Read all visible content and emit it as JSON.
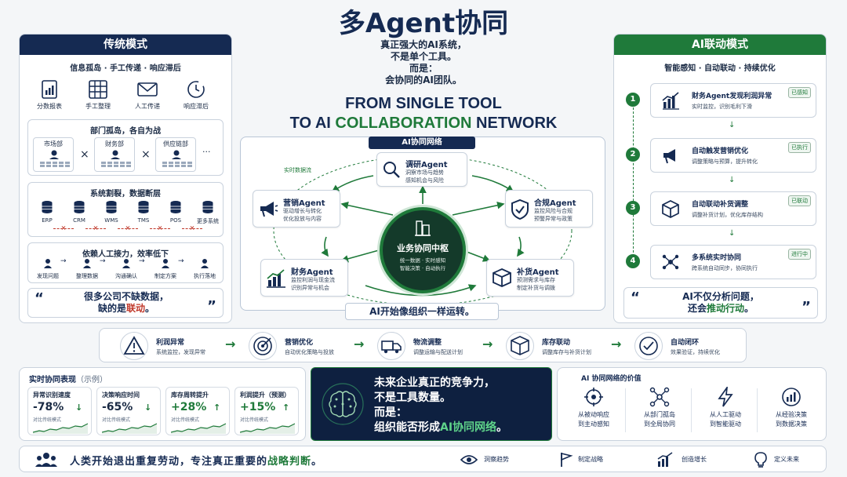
{
  "title": "多Agent协同",
  "tagline": {
    "l1": "真正强大的AI系统，",
    "l2": "不是单个工具。",
    "l3": "而是：",
    "l4": "会协同的AI团队。"
  },
  "headline": {
    "l1": "FROM SINGLE TOOL",
    "l2a": "TO AI ",
    "l2b": "COLLABORATION",
    "l2c": " NETWORK"
  },
  "left": {
    "title": "传统模式",
    "subtitle": "信息孤岛 · 手工传递 · 响应滞后",
    "icons": [
      "分数报表",
      "手工整理",
      "人工传递",
      "响应滞后"
    ],
    "dept": {
      "title": "部门孤岛，各自为战",
      "items": [
        "市场部",
        "财务部",
        "供应链部",
        "···"
      ]
    },
    "systems": {
      "title": "系统割裂，数据断层",
      "items": [
        "ERP",
        "CRM",
        "WMS",
        "TMS",
        "POS",
        "更多系统"
      ]
    },
    "relay": {
      "title": "依赖人工接力，效率低下",
      "items": [
        "发现问题",
        "整理数据",
        "沟通确认",
        "制定方案",
        "执行落地"
      ]
    },
    "quote": {
      "l1": "很多公司不缺数据，",
      "l2a": "缺的是",
      "l2b": "联动",
      "l2c": "。"
    }
  },
  "center": {
    "network_label": "AI协同网络",
    "realtime_label": "实时数据流",
    "hub": {
      "title": "业务协同中枢",
      "l1": "统一数据 · 实时感知",
      "l2": "智能决策 · 自动执行"
    },
    "agents": [
      {
        "name": "调研Agent",
        "d1": "洞察市场与趋势",
        "d2": "感知机会与风险"
      },
      {
        "name": "营销Agent",
        "d1": "驱动增长与转化",
        "d2": "优化投放与内容"
      },
      {
        "name": "合规Agent",
        "d1": "监控风险与合规",
        "d2": "预警异常与政策"
      },
      {
        "name": "财务Agent",
        "d1": "监控利润与现金流",
        "d2": "识别异常与机会"
      },
      {
        "name": "补货Agent",
        "d1": "预测需求与库存",
        "d2": "制定补货与调拨"
      }
    ],
    "footer": "AI开始像组织一样运转。"
  },
  "right": {
    "title": "AI联动模式",
    "subtitle": "智能感知 · 自动联动 · 持续优化",
    "steps": [
      {
        "n": "1",
        "t": "财务Agent发现利润异常",
        "d": "实时监控，识别毛利下滑",
        "tag": "已感知"
      },
      {
        "n": "2",
        "t": "自动触发营销优化",
        "d": "调整策略与预算，提升转化",
        "tag": "已执行"
      },
      {
        "n": "3",
        "t": "自动联动补货调整",
        "d": "调整补货计划，优化库存结构",
        "tag": "已联动"
      },
      {
        "n": "4",
        "t": "多系统实时协同",
        "d": "跨系统自动同步，协同执行",
        "tag": "进行中"
      }
    ],
    "quote": {
      "l1": "AI不仅分析问题，",
      "l2a": "还会",
      "l2b": "推动行动",
      "l2c": "。"
    }
  },
  "flow": [
    {
      "t": "利润异常",
      "d": "系统监控，发现异常"
    },
    {
      "t": "营销优化",
      "d": "自动优化策略与投放"
    },
    {
      "t": "物流调整",
      "d": "调整运输与配送计划"
    },
    {
      "t": "库存联动",
      "d": "调整库存与补货计划"
    },
    {
      "t": "自动闭环",
      "d": "效果验证，持续优化"
    }
  ],
  "realtime": {
    "title": "实时协同表现",
    "note": "（示例）",
    "stats": [
      {
        "l": "异常识别速度",
        "v": "-78%",
        "c": "对比传统模式"
      },
      {
        "l": "决策响应时间",
        "v": "-65%",
        "c": "对比传统模式"
      },
      {
        "l": "库存周转提升",
        "v": "+28%",
        "c": "对比传统模式"
      },
      {
        "l": "利润提升（预测）",
        "v": "+15%",
        "c": "对比传统模式"
      }
    ]
  },
  "banner": {
    "l1": "未来企业真正的竞争力，",
    "l2": "不是工具数量。",
    "l3": "而是：",
    "l4a": "组织能否形成",
    "l4b": "AI协同网络",
    "l4c": "。"
  },
  "value": {
    "title": "AI 协同网络的价值",
    "items": [
      {
        "a": "从被动响应",
        "b": "到主动感知"
      },
      {
        "a": "从部门孤岛",
        "b": "到全局协同"
      },
      {
        "a": "从人工驱动",
        "b": "到智能驱动"
      },
      {
        "a": "从经验决策",
        "b": "到数据决策"
      }
    ]
  },
  "bottom": {
    "main_a": "人类开始退出重复劳动，专注真正重要的",
    "main_b": "战略判断",
    "main_c": "。",
    "items": [
      "洞察趋势",
      "制定战略",
      "创造增长",
      "定义未来"
    ]
  },
  "colors": {
    "navy": "#152a52",
    "green": "#1f7a3a",
    "red": "#c0392b"
  }
}
